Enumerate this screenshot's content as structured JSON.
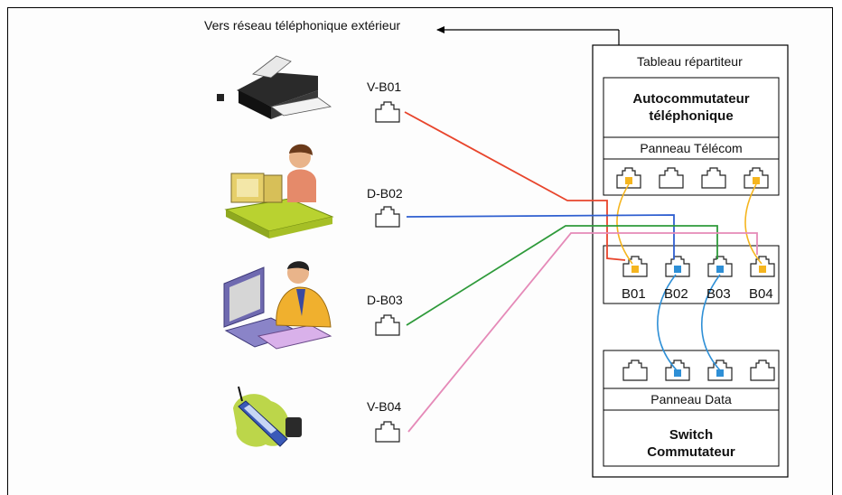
{
  "diagram": {
    "external_network_label": "Vers réseau téléphonique extérieur",
    "rack_title": "Tableau répartiteur",
    "pabx_line1": "Autocommutateur",
    "pabx_line2": "téléphonique",
    "telecom_panel": "Panneau Télécom",
    "data_panel": "Panneau Data",
    "switch_line1": "Switch",
    "switch_line2": "Commutateur",
    "wall_outlets": [
      "V-B01",
      "D-B02",
      "D-B03",
      "V-B04"
    ],
    "patch_ports": [
      "B01",
      "B02",
      "B03",
      "B04"
    ],
    "devices": [
      "fax-printer",
      "computer-workstation",
      "computer-workstation",
      "mobile-phone"
    ]
  },
  "colors": {
    "voice_link_1": "#e8452c",
    "data_link_2": "#2f5fd0",
    "data_link_3": "#2e9a3a",
    "voice_link_4": "#e58ab8",
    "telecom_patch": "#f5b51f",
    "data_patch": "#2e8fd6",
    "telecom_port_fill": "#f5b51f",
    "data_port_fill": "#2e8fd6"
  }
}
